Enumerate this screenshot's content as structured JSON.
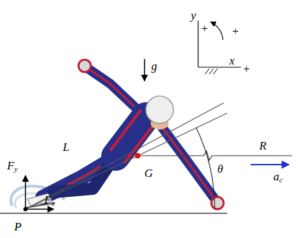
{
  "diagram": {
    "labels": [
      "y",
      "+",
      "+",
      "x",
      "+",
      "g",
      "L",
      "G",
      "R",
      "ac",
      "θ",
      "Fy",
      "Fx",
      "P"
    ]
  }
}
